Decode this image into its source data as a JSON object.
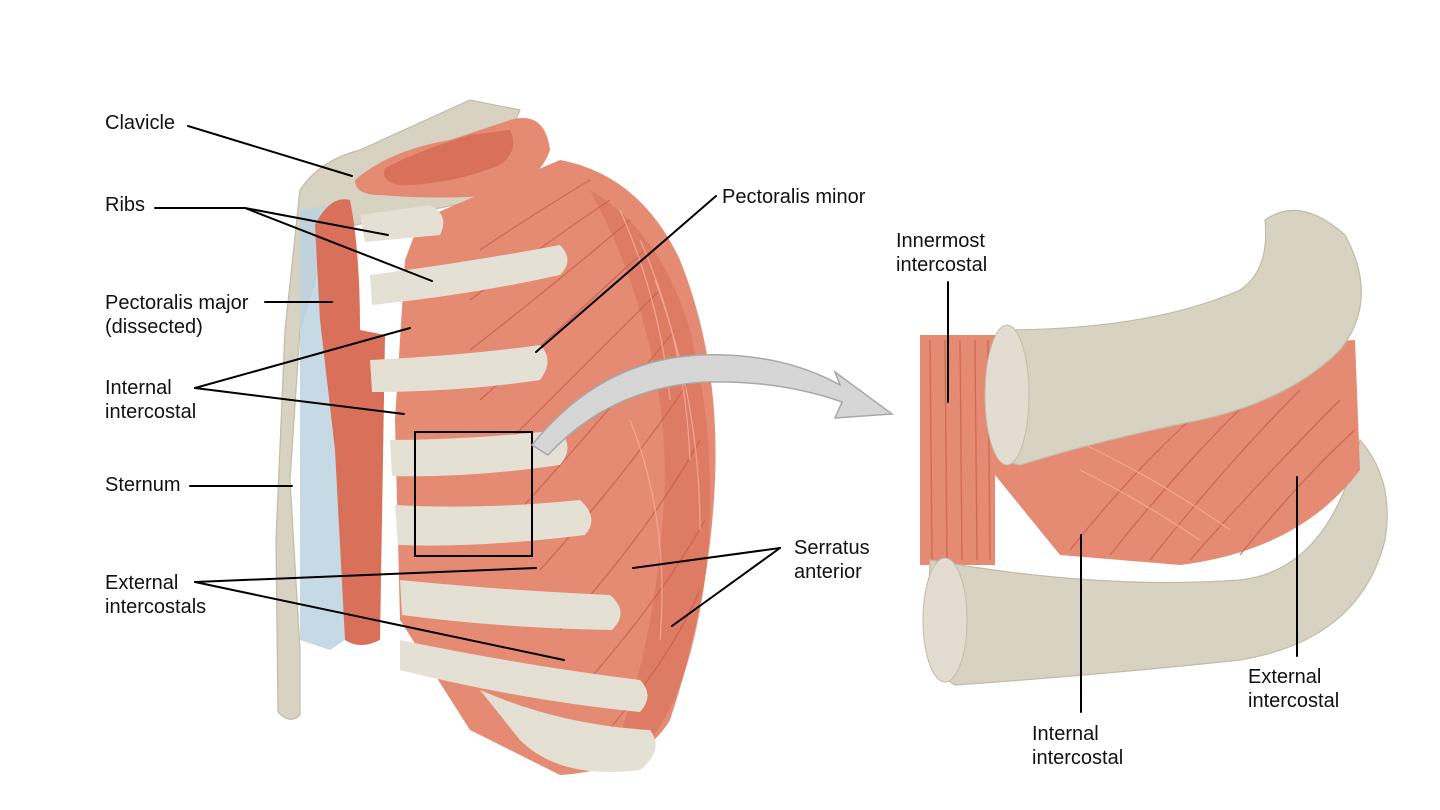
{
  "labels": {
    "clavicle": "Clavicle",
    "ribs": "Ribs",
    "pectoralis_major_1": "Pectoralis major",
    "pectoralis_major_2": "(dissected)",
    "internal_intercostal_left_1": "Internal",
    "internal_intercostal_left_2": "intercostal",
    "sternum": "Sternum",
    "external_intercostals_1": "External",
    "external_intercostals_2": "intercostals",
    "pectoralis_minor": "Pectoralis minor",
    "serratus_anterior_1": "Serratus",
    "serratus_anterior_2": "anterior",
    "innermost_intercostal_1": "Innermost",
    "innermost_intercostal_2": "intercostal",
    "internal_intercostal_right_1": "Internal",
    "internal_intercostal_right_2": "intercostal",
    "external_intercostal_right_1": "External",
    "external_intercostal_right_2": "intercostal"
  },
  "colors": {
    "bone": "#d8d2c3",
    "muscle": "#e58a73",
    "cartilage": "#bcd3e2",
    "leader_line": "#000000"
  }
}
